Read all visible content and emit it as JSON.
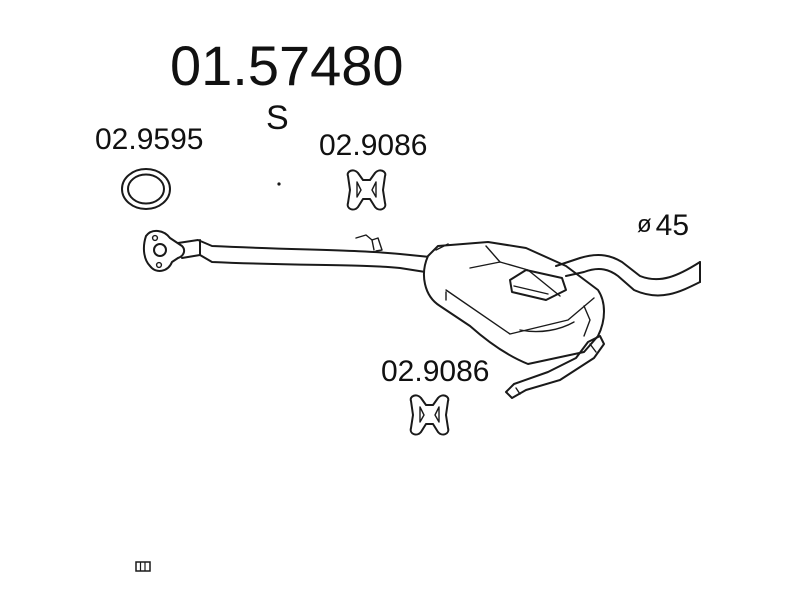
{
  "part_number": "01.57480",
  "variant": "S",
  "callouts": {
    "gasket": "02.9595",
    "hanger_top": "02.9086",
    "hanger_bottom": "02.9086"
  },
  "diameter": {
    "symbol": "ø",
    "value": "45"
  },
  "icons": {
    "footer": "grid-icon"
  }
}
